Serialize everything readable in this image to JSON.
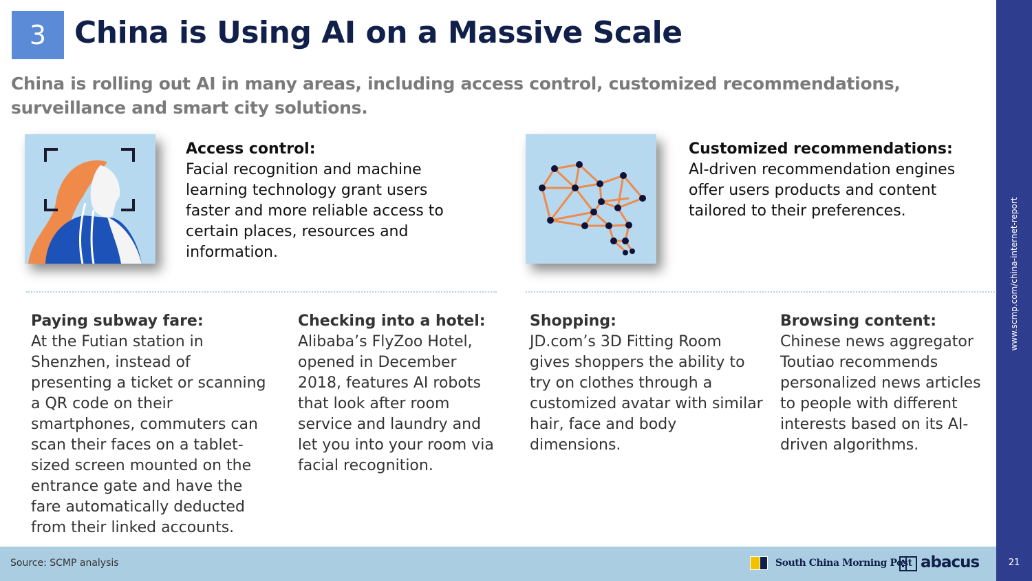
{
  "slide": {
    "number": "3",
    "title": "China is Using AI on a Massive Scale",
    "subtitle": "China is rolling out AI in many areas, including access control, customized recommendations, surveillance and smart city solutions."
  },
  "features": [
    {
      "heading": "Access control:",
      "body": "Facial recognition and machine learning technology grant users faster and more reliable access to certain places, resources and information.",
      "icon": "face-scan-icon"
    },
    {
      "heading": "Customized recommendations:",
      "body": "AI-driven recommendation engines offer users products and content tailored to their preferences.",
      "icon": "brain-network-icon"
    }
  ],
  "examples": [
    {
      "heading": "Paying subway fare:",
      "body": "At the Futian station in Shenzhen, instead of presenting a ticket or scanning a QR code on their smartphones, commuters can scan their faces on a tablet-sized screen mounted on the entrance gate and have the fare automatically deducted from their linked accounts."
    },
    {
      "heading": "Checking into a hotel:",
      "body": "Alibaba’s FlyZoo Hotel, opened in December 2018, features AI robots that look after room service and laundry and let you into your room via facial recognition."
    },
    {
      "heading": "Shopping:",
      "body": "JD.com’s 3D Fitting Room gives shoppers the ability to try on clothes through a customized avatar with similar hair, face and body dimensions."
    },
    {
      "heading": "Browsing content:",
      "body": "Chinese news aggregator Toutiao recommends personalized news articles to people with different interests based on its AI-driven algorithms."
    }
  ],
  "footer": {
    "source": "Source: SCMP analysis",
    "brand_scmp": "South China Morning Post",
    "brand_abacus": "abacus"
  },
  "sidebar": {
    "url": "www.scmp.com/china-internet-report",
    "page_number": "21"
  },
  "colors": {
    "accent_box": "#5b8bd6",
    "title": "#11204a",
    "sidebar": "#2f3d8f",
    "footer_band": "#abcde2",
    "image_bg": "#b6d9f0",
    "network": "#ef8a4b"
  }
}
